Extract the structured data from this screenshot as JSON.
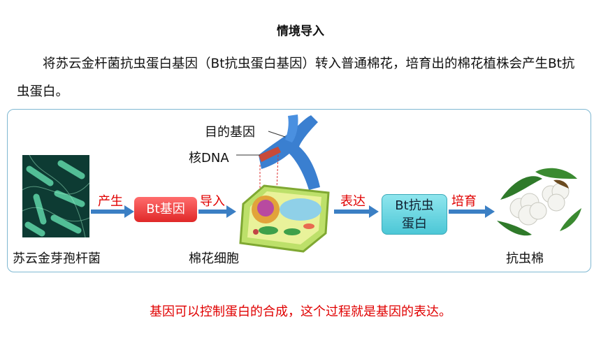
{
  "title": "情境导入",
  "paragraph": "将苏云金杆菌抗虫蛋白基因（Bt抗虫蛋白基因）转入普通棉花，培育出的棉花植株会产生Bt抗虫蛋白。",
  "diagram": {
    "bacteria_label": "苏云金芽孢杆菌",
    "arrow1_label": "产生",
    "gene_box": "Bt基因",
    "arrow2_label": "导入",
    "target_gene_label": "目的基因",
    "nuclear_dna_label": "核DNA",
    "cell_label": "棉花细胞",
    "arrow3_label": "表达",
    "protein_line1": "Bt抗虫",
    "protein_line2": "蛋白",
    "arrow4_label": "培育",
    "cotton_label": "抗虫棉"
  },
  "footer": "基因可以控制蛋白的合成，这个过程就是基因的表达。",
  "colors": {
    "arrow": "#3b7fc4",
    "label_red": "#e00000",
    "gene_box": "#e83a3a",
    "protein_box": "#6fd8e3",
    "panel_border": "#7fb8d2"
  }
}
